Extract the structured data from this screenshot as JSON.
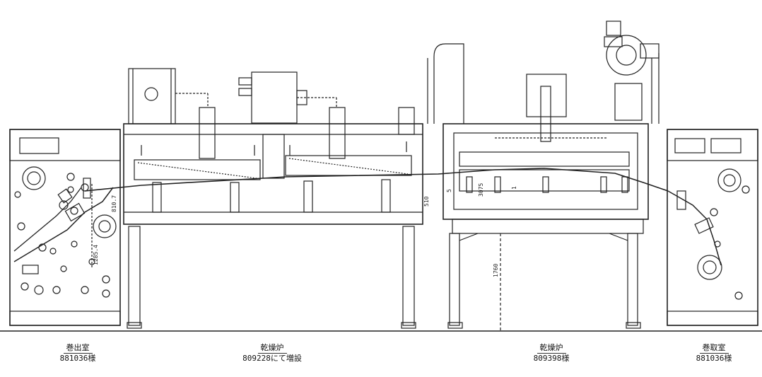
{
  "sections": [
    {
      "id": "unwinder",
      "title": "巻出室",
      "subtitle": "881036様"
    },
    {
      "id": "dryer-left",
      "title": "乾燥炉",
      "subtitle": "809228にて増設"
    },
    {
      "id": "dryer-right",
      "title": "乾燥炉",
      "subtitle": "809398様"
    },
    {
      "id": "winder",
      "title": "巻取室",
      "subtitle": "881036様"
    }
  ],
  "dimensions": {
    "unwinder_height": "1285.4",
    "unwinder_side": "810.7",
    "dryer_gap": "510",
    "dryer_a": "5",
    "dryer_b": "3075",
    "dryer_c": "1",
    "floor_height": "1760"
  },
  "colors": {
    "line": "#222222",
    "background": "#ffffff"
  }
}
